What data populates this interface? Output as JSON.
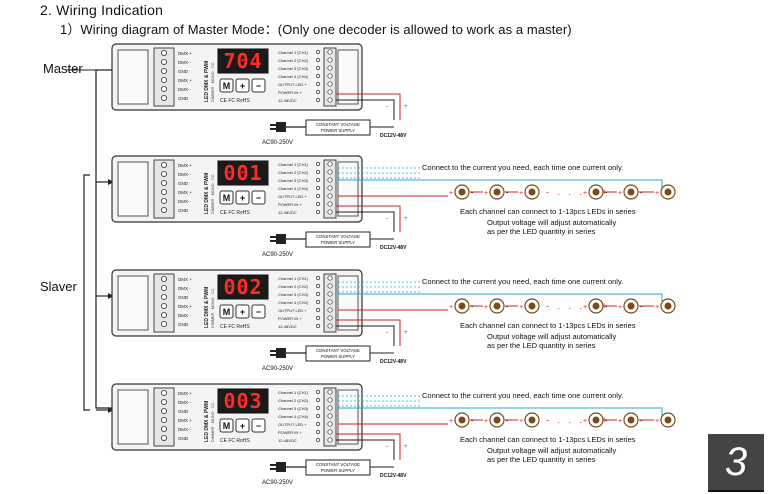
{
  "heading": "2. Wiring Indication",
  "subheading": "1）Wiring diagram of Master Mode：(Only one decoder is allowed to work as a master)",
  "labels": {
    "master": "Master",
    "slaver": "Slaver"
  },
  "units": [
    {
      "display": "704",
      "role": "master",
      "has_leds": false
    },
    {
      "display": "001",
      "role": "slave",
      "has_leds": true
    },
    {
      "display": "002",
      "role": "slave",
      "has_leds": true
    },
    {
      "display": "003",
      "role": "slave",
      "has_leds": true
    }
  ],
  "decoder": {
    "name": "LED DMX & PWM",
    "model": "DIMMER · MONO · CC",
    "left_terminals": [
      "DMX +",
      "DMX -",
      "GND",
      "DMX +",
      "DMX -",
      "GND"
    ],
    "right_terminals": [
      "Channel 1 (CH1)",
      "Channel 2 (CH2)",
      "Channel 3 (CH3)",
      "Channel 4 (CH4)",
      "OUTPUT LED +",
      "POWER IN +",
      "12-48VDC"
    ],
    "buttons": [
      "M",
      "+",
      "−"
    ],
    "cert": "CE FC RoHS"
  },
  "power_supply": {
    "label_line1": "CONSTANT VOLTAGE",
    "label_line2": "POWER SUPPLY",
    "output": "DC12V-48V",
    "input": "AC90-250V"
  },
  "led_notes": {
    "current": "Connect to the current you need,  each time one current only.",
    "series": "Each channel can connect to 1-13pcs LEDs in series",
    "auto1": "Output voltage will adjust automatically",
    "auto2": "as per the LED quantity in series"
  },
  "colors": {
    "display_bg": "#1a1a1a",
    "display_digit": "#ff2a2a",
    "wire_red": "#d0202a",
    "wire_blue": "#20a8d8",
    "led": "#7a4a1a"
  },
  "page_number": "3"
}
